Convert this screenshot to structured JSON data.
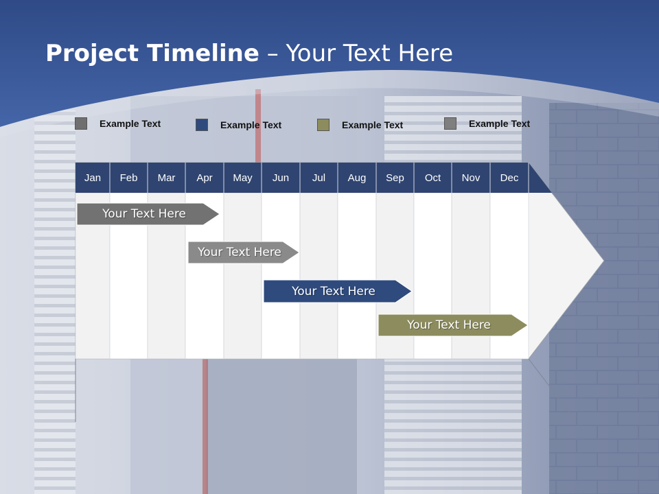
{
  "slide": {
    "title_bold": "Project Timeline",
    "title_rest": " – Your Text Here"
  },
  "legend": [
    {
      "label": "Example Text",
      "color": "#6f6f6f"
    },
    {
      "label": "Example Text",
      "color": "#2e4a7d"
    },
    {
      "label": "Example Text",
      "color": "#8c8c5e"
    },
    {
      "label": "Example Text",
      "color": "#7f7f7f"
    }
  ],
  "months": [
    "Jan",
    "Feb",
    "Mar",
    "Apr",
    "May",
    "Jun",
    "Jul",
    "Aug",
    "Sep",
    "Oct",
    "Nov",
    "Dec"
  ],
  "tasks": [
    {
      "label": "Your  Text Here",
      "color": "#727272"
    },
    {
      "label": "Your  Text Here",
      "color": "#8a8a8a"
    },
    {
      "label": "Your  Text Here",
      "color": "#2f4a7c"
    },
    {
      "label": "Your  Text Here",
      "color": "#8c8c5e"
    }
  ],
  "colors": {
    "header_blue": "#2f4470",
    "banner_blue": "#3b5896",
    "stripe_light": "#f2f2f2",
    "stripe_white": "#ffffff"
  }
}
